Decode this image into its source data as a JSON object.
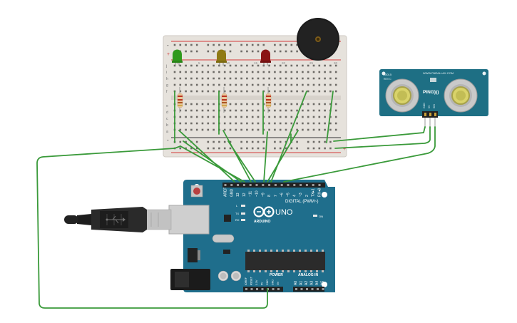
{
  "arduino": {
    "brand": "ARDUINO",
    "model": "UNO",
    "digital_header": "DIGITAL (PWM~)",
    "power_header": "POWER",
    "analog_header": "ANALOG IN",
    "on_label": "ON",
    "led_l": "L",
    "led_tx": "TX",
    "led_rx": "RX",
    "digital_pins": [
      "AREF",
      "GND",
      "13",
      "12",
      "~11",
      "~10",
      "~9",
      "8",
      "7",
      "~6",
      "~5",
      "4",
      "~3",
      "2",
      "TX▸1",
      "RX◂0"
    ],
    "power_pins": [
      "IOREF",
      "RESET",
      "3.3V",
      "5V",
      "GND",
      "GND",
      "Vin"
    ],
    "analog_pins": [
      "A0",
      "A1",
      "A2",
      "A3",
      "A4",
      "A5"
    ]
  },
  "sensor": {
    "model": "28015",
    "revision": "REV C",
    "url": "WWW.PARALLAX.COM",
    "name": "PING)))",
    "pins": [
      "GND",
      "5V",
      "SIG"
    ]
  },
  "breadboard": {
    "row_letters_top": [
      "j",
      "i",
      "h",
      "g",
      "f"
    ],
    "row_letters_bottom": [
      "e",
      "d",
      "c",
      "b",
      "a"
    ],
    "column_numbers": [
      "1",
      "5",
      "10",
      "15",
      "20",
      "25",
      "30"
    ],
    "plus": "+",
    "minus": "-"
  },
  "leds": [
    {
      "name": "green-led",
      "color": "#2f9a1c"
    },
    {
      "name": "yellow-led",
      "color": "#8f7a14"
    },
    {
      "name": "red-led",
      "color": "#8a1414"
    }
  ],
  "colors": {
    "wire": "#3a9a3a",
    "board": "#1f6e8c",
    "breadboard": "#e8e4df",
    "rail_red": "#d43a3a",
    "rail_black": "#333333",
    "buzzer": "#1b1b1b",
    "sensor_board": "#1e6f84"
  }
}
